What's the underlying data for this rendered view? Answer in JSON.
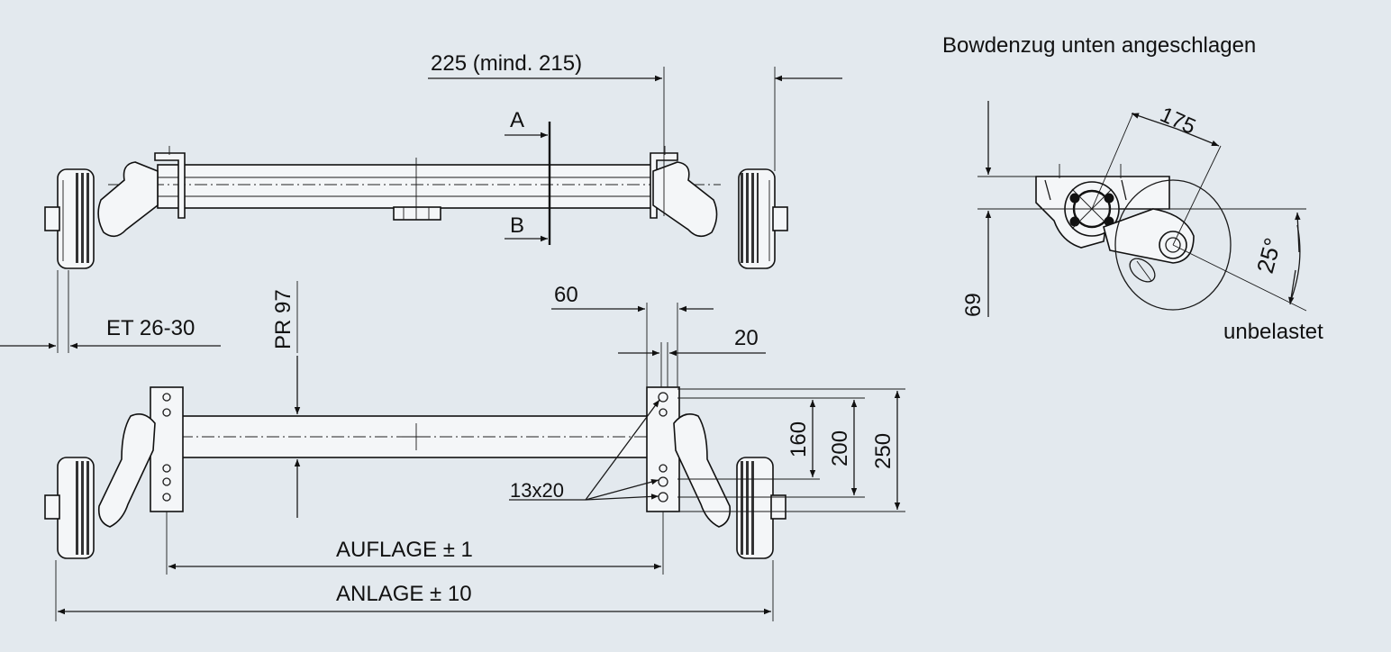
{
  "dimensions": {
    "top_offset": "225 (mind. 215)",
    "section_a": "A",
    "section_b": "B",
    "et": "ET  26-30",
    "pr": "PR 97",
    "d60": "60",
    "d20": "20",
    "d160": "160",
    "d200": "200",
    "d250": "250",
    "holes": "13x20",
    "auflage": "AUFLAGE ± 1",
    "anlage": "ANLAGE ± 10"
  },
  "side_view": {
    "title": "Bowdenzug unten angeschlagen",
    "d175": "175",
    "d69": "69",
    "angle": "25°",
    "state": "unbelastet"
  }
}
